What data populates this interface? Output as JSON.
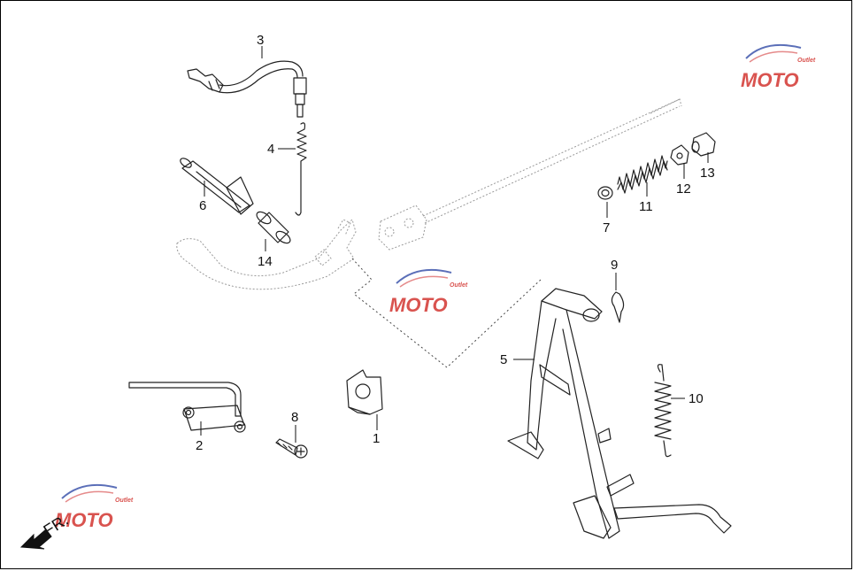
{
  "diagram": {
    "callouts": [
      {
        "id": "1",
        "label": "1"
      },
      {
        "id": "2",
        "label": "2"
      },
      {
        "id": "3",
        "label": "3"
      },
      {
        "id": "4",
        "label": "4"
      },
      {
        "id": "5",
        "label": "5"
      },
      {
        "id": "6",
        "label": "6"
      },
      {
        "id": "7",
        "label": "7"
      },
      {
        "id": "8",
        "label": "8"
      },
      {
        "id": "9",
        "label": "9"
      },
      {
        "id": "10",
        "label": "10"
      },
      {
        "id": "11",
        "label": "11"
      },
      {
        "id": "12",
        "label": "12"
      },
      {
        "id": "13",
        "label": "13"
      },
      {
        "id": "14",
        "label": "14"
      }
    ],
    "direction_label": "FR.",
    "watermark": {
      "text_a": "MOTO",
      "text_b": "Outlet"
    },
    "colors": {
      "line": "#222222",
      "ghost": "#9a9a9a",
      "watermark_red": "#d9534f",
      "watermark_blue": "#5b6fb8"
    }
  }
}
